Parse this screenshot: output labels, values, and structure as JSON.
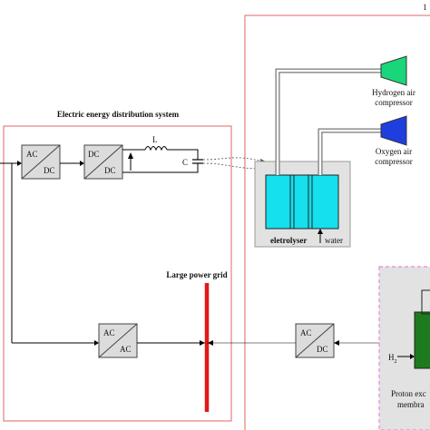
{
  "colors": {
    "frame_red": "#e06666",
    "frame_pink": "#e58ad9",
    "grid_red": "#e01818",
    "electrolyser_cyan": "#14e0ee",
    "h2_compressor_green": "#1ad67a",
    "o2_compressor_blue": "#1f3ee0",
    "fuel_cell_green": "#1e7a1e",
    "panel_gray": "#e2e2e2"
  },
  "page_number": "1",
  "distribution": {
    "title": "Electric energy distribution system",
    "conv1": {
      "top": "AC",
      "bottom": "DC"
    },
    "conv2": {
      "top": "DC",
      "bottom": "DC"
    },
    "inductor_label": "L",
    "capacitor_label": "C",
    "conv3": {
      "top": "AC",
      "bottom": "AC"
    }
  },
  "grid": {
    "label": "Large power grid"
  },
  "conv4": {
    "top": "AC",
    "bottom": "DC"
  },
  "compressors": {
    "hydrogen": {
      "line1": "Hydrogen air",
      "line2": "compressor"
    },
    "oxygen": {
      "line1": "Oxygen air",
      "line2": "compressor"
    }
  },
  "electrolyser": {
    "label": "eletrolyser",
    "water_label": "water"
  },
  "fuel_cell": {
    "h2_label": "H",
    "h2_subscript": "2",
    "caption_line1": "Proton exc",
    "caption_line2": "membra"
  }
}
